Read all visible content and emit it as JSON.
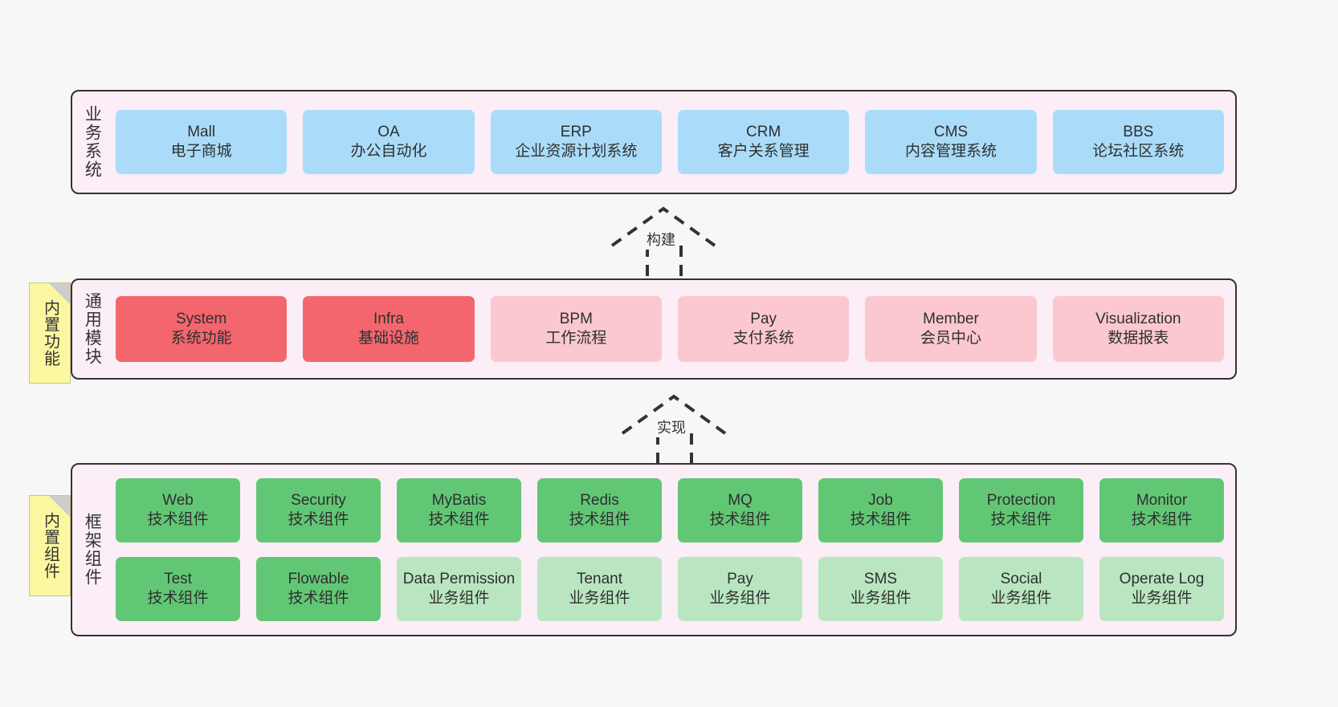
{
  "diagram": {
    "background": "#f7f7f7",
    "layer_bg": "#fbeef6",
    "border_color": "#333333",
    "note_bg": "#fbf7a0"
  },
  "layers": [
    {
      "id": "business",
      "title": "业务系统",
      "boxes": [
        {
          "name": "Mall",
          "sub": "电子商城",
          "color": "#aadcfa"
        },
        {
          "name": "OA",
          "sub": "办公自动化",
          "color": "#aadcfa"
        },
        {
          "name": "ERP",
          "sub": "企业资源计划系统",
          "color": "#aadcfa"
        },
        {
          "name": "CRM",
          "sub": "客户关系管理",
          "color": "#aadcfa"
        },
        {
          "name": "CMS",
          "sub": "内容管理系统",
          "color": "#aadcfa"
        },
        {
          "name": "BBS",
          "sub": "论坛社区系统",
          "color": "#aadcfa"
        }
      ]
    },
    {
      "id": "modules",
      "title": "通用模块",
      "note": "内置功能",
      "boxes": [
        {
          "name": "System",
          "sub": "系统功能",
          "color": "#f4666d"
        },
        {
          "name": "Infra",
          "sub": "基础设施",
          "color": "#f4666d"
        },
        {
          "name": "BPM",
          "sub": "工作流程",
          "color": "#fcc8d0"
        },
        {
          "name": "Pay",
          "sub": "支付系统",
          "color": "#fcc8d0"
        },
        {
          "name": "Member",
          "sub": "会员中心",
          "color": "#fcc8d0"
        },
        {
          "name": "Visualization",
          "sub": "数据报表",
          "color": "#fcc8d0"
        }
      ]
    },
    {
      "id": "framework",
      "title": "框架组件",
      "note": "内置组件",
      "row1": [
        {
          "name": "Web",
          "sub": "技术组件",
          "color": "#62c775"
        },
        {
          "name": "Security",
          "sub": "技术组件",
          "color": "#62c775"
        },
        {
          "name": "MyBatis",
          "sub": "技术组件",
          "color": "#62c775"
        },
        {
          "name": "Redis",
          "sub": "技术组件",
          "color": "#62c775"
        },
        {
          "name": "MQ",
          "sub": "技术组件",
          "color": "#62c775"
        },
        {
          "name": "Job",
          "sub": "技术组件",
          "color": "#62c775"
        },
        {
          "name": "Protection",
          "sub": "技术组件",
          "color": "#62c775"
        },
        {
          "name": "Monitor",
          "sub": "技术组件",
          "color": "#62c775"
        }
      ],
      "row2": [
        {
          "name": "Test",
          "sub": "技术组件",
          "color": "#62c775"
        },
        {
          "name": "Flowable",
          "sub": "技术组件",
          "color": "#62c775"
        },
        {
          "name": "Data Permission",
          "sub": "业务组件",
          "color": "#b9e6c1"
        },
        {
          "name": "Tenant",
          "sub": "业务组件",
          "color": "#b9e6c1"
        },
        {
          "name": "Pay",
          "sub": "业务组件",
          "color": "#b9e6c1"
        },
        {
          "name": "SMS",
          "sub": "业务组件",
          "color": "#b9e6c1"
        },
        {
          "name": "Social",
          "sub": "业务组件",
          "color": "#b9e6c1"
        },
        {
          "name": "Operate Log",
          "sub": "业务组件",
          "color": "#b9e6c1"
        }
      ]
    }
  ],
  "connectors": [
    {
      "id": "build",
      "label": "构建"
    },
    {
      "id": "implement",
      "label": "实现"
    }
  ]
}
